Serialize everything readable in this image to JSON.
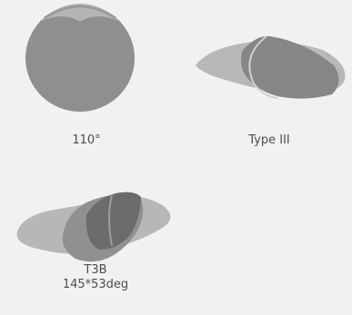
{
  "gallery": {
    "items": [
      {
        "id": "beam-110",
        "label": "110°",
        "icon": "circular-beam-pattern-icon"
      },
      {
        "id": "beam-type-iii",
        "label": "Type III",
        "icon": "elliptical-beam-pattern-icon"
      },
      {
        "id": "beam-t3b",
        "label_line1": "T3B",
        "label_line2": "145*53deg",
        "icon": "asymmetric-beam-pattern-icon"
      }
    ]
  },
  "colors": {
    "background": "#f1f1f1",
    "shape_light": "#b9b9b9",
    "shape_mid": "#8c8c8c",
    "shape_dark": "#6e6e6e",
    "text": "#4d4d4d"
  }
}
